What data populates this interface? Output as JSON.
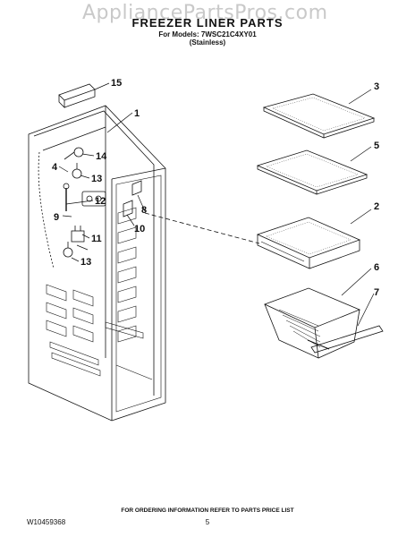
{
  "watermark": "AppliancePartsPros.com",
  "title": "FREEZER LINER PARTS",
  "subtitle_models": "For Models: 7WSC21C4XY01",
  "subtitle_variant": "(Stainless)",
  "callouts": {
    "c1": "1",
    "c2": "2",
    "c3": "3",
    "c4": "4",
    "c5": "5",
    "c6": "6",
    "c7": "7",
    "c8": "8",
    "c9": "9",
    "c10": "10",
    "c11": "11",
    "c12": "12",
    "c13a": "13",
    "c13b": "13",
    "c14": "14",
    "c15": "15"
  },
  "footer": {
    "ordering_note": "FOR ORDERING INFORMATION REFER TO PARTS PRICE LIST",
    "doc_number": "W10459368",
    "page": "5"
  }
}
